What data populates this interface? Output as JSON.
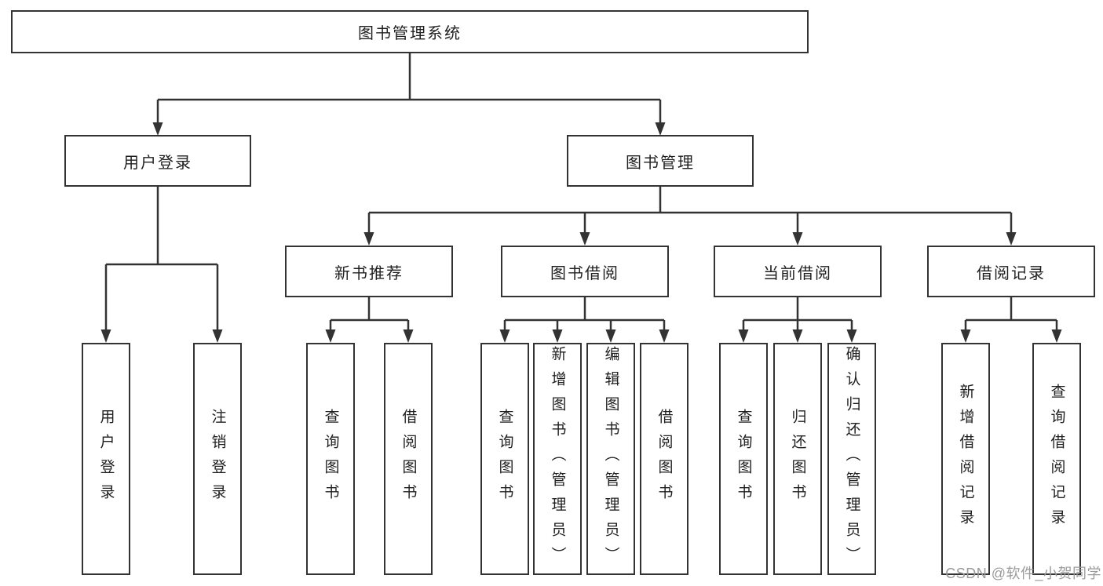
{
  "diagram": {
    "title": "图书管理系统",
    "level2": [
      {
        "label": "用户登录"
      },
      {
        "label": "图书管理"
      }
    ],
    "level3": [
      {
        "label": "新书推荐"
      },
      {
        "label": "图书借阅"
      },
      {
        "label": "当前借阅"
      },
      {
        "label": "借阅记录"
      }
    ],
    "leaves": [
      {
        "label": "用户登录"
      },
      {
        "label": "注销登录"
      },
      {
        "label": "查询图书"
      },
      {
        "label": "借阅图书"
      },
      {
        "label": "查询图书"
      },
      {
        "label": "新增图书（管理员）"
      },
      {
        "label": "编辑图书（管理员）"
      },
      {
        "label": "借阅图书"
      },
      {
        "label": "查询图书"
      },
      {
        "label": "归还图书"
      },
      {
        "label": "确认归还（管理员）"
      },
      {
        "label": "新增借阅记录"
      },
      {
        "label": "查询借阅记录"
      }
    ],
    "colors": {
      "line": "#333333",
      "text": "#1f1f1f",
      "background": "#ffffff"
    }
  },
  "watermark": {
    "text": "CSDN @软件_小贺同学",
    "color": "#9b9b9b"
  }
}
